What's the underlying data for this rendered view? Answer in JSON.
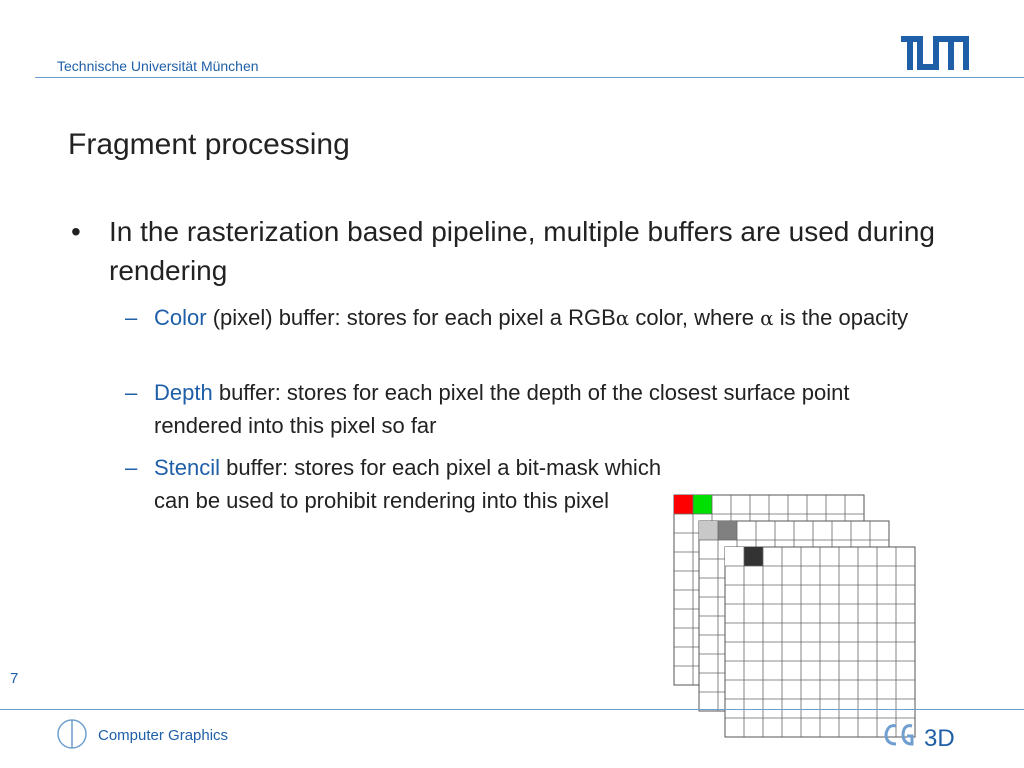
{
  "header": {
    "university": "Technische Universität München",
    "logo_icon": "tum-logo-icon"
  },
  "slide": {
    "title": "Fragment processing",
    "bullet": {
      "symbol": "•",
      "text": "In the rasterization based pipeline, multiple buffers are used during rendering"
    },
    "subitems": [
      {
        "dash": "–",
        "term": "Color",
        "text_before_alpha": " (pixel) buffer: stores for each pixel a RGB",
        "alpha": "α",
        "text_middle": " color, where ",
        "text_after_alpha": " is the opacity"
      },
      {
        "dash": "–",
        "term": "Depth",
        "text": " buffer: stores for each pixel the depth of the closest surface point rendered into this pixel so far"
      },
      {
        "dash": "–",
        "term": "Stencil",
        "text": " buffer: stores for each pixel a bit-mask which can be used to prohibit rendering into this pixel"
      }
    ]
  },
  "buffers": {
    "layers": [
      {
        "name": "color",
        "marked": [
          "#ff0000",
          "#00e000"
        ]
      },
      {
        "name": "depth",
        "marked": [
          "#c8c8c8",
          "#808080"
        ]
      },
      {
        "name": "stencil",
        "marked": [
          "#ffffff",
          "#333333"
        ]
      }
    ]
  },
  "footer": {
    "page_number": "7",
    "course": "Computer Graphics",
    "course_icon": "circle-divider-icon",
    "dept_logo_text": "3D",
    "dept_logo_icon": "cg-3d-logo-icon"
  },
  "colors": {
    "accent": "#1f5fa8",
    "rule": "#6f9fd0"
  }
}
